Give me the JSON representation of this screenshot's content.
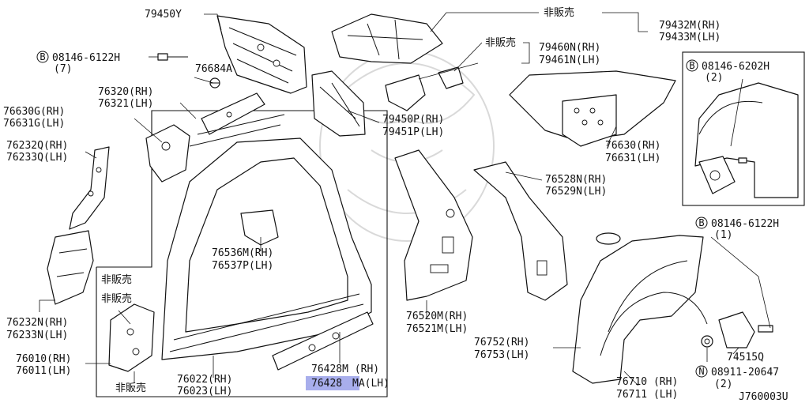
{
  "diagram_id": "J760003U",
  "labels": {
    "p79450y": "79450Y",
    "hiban_top": "非販売",
    "p79432m": "79432M(RH)",
    "p79433m": "79433M(LH)",
    "hiban_mid": "非販売",
    "p79460n": "79460N(RH)",
    "p79461n": "79461N(LH)",
    "b08146_6122h_top": "08146-6122H",
    "b08146_6122h_top_qty": "(7)",
    "p76684a": "76684A",
    "b08146_6202h": "08146-6202H",
    "b08146_6202h_qty": "(2)",
    "p76320": "76320(RH)",
    "p76321": "76321(LH)",
    "p76630g": "76630G(RH)",
    "p76631g": "76631G(LH)",
    "p79450p": "79450P(RH)",
    "p79451p": "79451P(LH)",
    "p76630": "76630(RH)",
    "p76631": "76631(LH)",
    "p76232q": "76232Q(RH)",
    "p76233q": "76233Q(LH)",
    "p76528n": "76528N(RH)",
    "p76529n": "76529N(LH)",
    "b08146_6122h_right": "08146-6122H",
    "b08146_6122h_right_qty": "(1)",
    "p76536m": "76536M(RH)",
    "p76537p": "76537P(LH)",
    "hiban_box1": "非販売",
    "hiban_box2": "非販売",
    "p76232n": "76232N(RH)",
    "p76233n": "76233N(LH)",
    "p76520m": "76520M(RH)",
    "p76521m": "76521M(LH)",
    "p74515q": "74515Q",
    "p76010": "76010(RH)",
    "p76011": "76011(LH)",
    "p76752": "76752(RH)",
    "p76753": "76753(LH)",
    "n08911_20647": "08911-20647",
    "n08911_20647_qty": "(2)",
    "p76428m": "76428M (RH)",
    "p76428ma_hl": "76428",
    "p76428ma_rest": "MA(LH)",
    "hiban_box3": "非販売",
    "p76022": "76022(RH)",
    "p76023": "76023(LH)",
    "p76710": "76710 (RH)",
    "p76711": "76711 (LH)"
  },
  "badges": {
    "bolt": "B",
    "nut": "N"
  },
  "highlight_color": "#8b93e6"
}
